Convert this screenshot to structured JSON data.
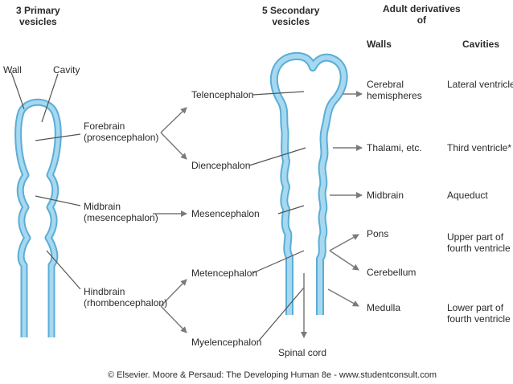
{
  "headers": {
    "primary": "3 Primary\nvesicles",
    "secondary": "5 Secondary\nvesicles",
    "adult": "Adult derivatives\nof",
    "walls": "Walls",
    "cavities": "Cavities"
  },
  "labels": {
    "wall": "Wall",
    "cavity": "Cavity",
    "forebrain": "Forebrain\n(prosencephalon)",
    "midbrain": "Midbrain\n(mesencephalon)",
    "hindbrain": "Hindbrain\n(rhombencephalon)",
    "telencephalon": "Telencephalon",
    "diencephalon": "Diencephalon",
    "mesencephalon": "Mesencephalon",
    "metencephalon": "Metencephalon",
    "myelencephalon": "Myelencephalon",
    "spinal_cord": "Spinal cord"
  },
  "walls": {
    "cerebral": "Cerebral\nhemispheres",
    "thalami": "Thalami, etc.",
    "midbrain": "Midbrain",
    "pons": "Pons",
    "cerebellum": "Cerebellum",
    "medulla": "Medulla"
  },
  "cavities": {
    "lateral": "Lateral ventricles",
    "third": "Third ventricle*",
    "aqueduct": "Aqueduct",
    "upper_fourth": "Upper part of\nfourth ventricle",
    "lower_fourth": "Lower part of\nfourth ventricle"
  },
  "copyright": "© Elsevier. Moore & Persaud: The Developing Human 8e - www.studentconsult.com",
  "colors": {
    "tube_fill": "#a6d8f0",
    "tube_stroke": "#5aaed6",
    "line": "#555555",
    "arrow": "#7a7a7a"
  }
}
